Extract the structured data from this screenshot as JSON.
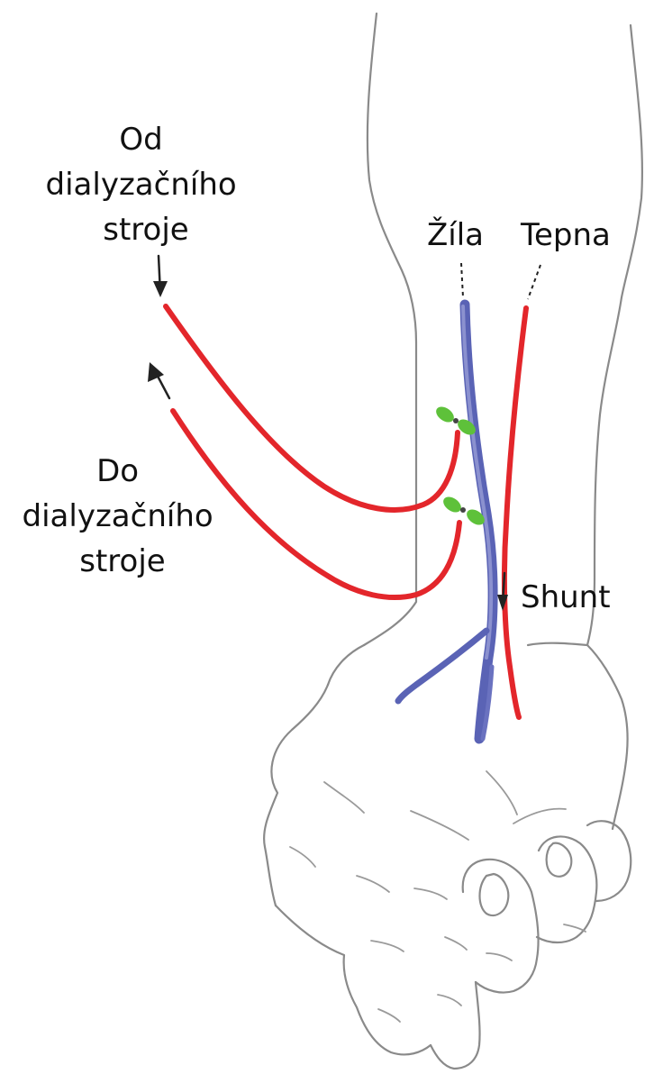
{
  "labels": {
    "from_machine": [
      "Od",
      "dialyzačního",
      "stroje"
    ],
    "to_machine": [
      "Do",
      "dialyzačního",
      "stroje"
    ],
    "vein": "Žíla",
    "artery": "Tepna",
    "shunt": "Shunt"
  },
  "colors": {
    "tube": "#e3262b",
    "artery": "#e3262b",
    "vein": "#5a63b5",
    "vein_light": "#8b91cf",
    "clamp": "#5ec13a",
    "outline": "#8a8a8a"
  }
}
